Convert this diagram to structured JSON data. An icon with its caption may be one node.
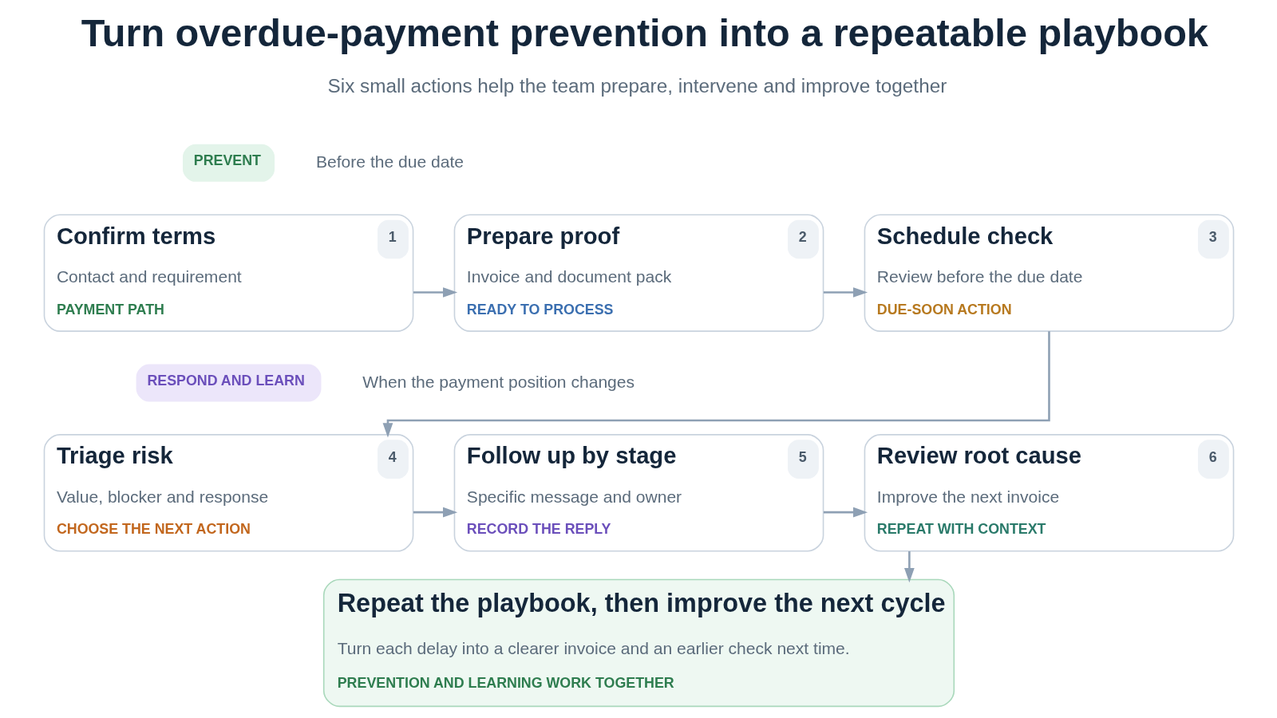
{
  "diagram": {
    "title": "Turn overdue-payment prevention into a repeatable playbook",
    "nodes": [
      {
        "text": [
          "PREVENT"
        ],
        "beside": [
          "Before the due date"
        ]
      },
      {
        "text": [
          "Confirm terms",
          "1",
          "Contact and requirement",
          "PAYMENT PATH"
        ]
      },
      {
        "text": [
          "Prepare proof",
          "2",
          "Invoice and document pack",
          "READY TO PROCESS"
        ]
      },
      {
        "text": [
          "Schedule check",
          "3",
          "Review before the due date",
          "DUE-SOON ACTION"
        ]
      },
      {
        "text": [
          "RESPOND AND LEARN"
        ],
        "beside": [
          "When the payment position changes"
        ]
      },
      {
        "text": [
          "Triage risk",
          "4",
          "Value, blocker and response",
          "CHOOSE THE NEXT ACTION"
        ]
      },
      {
        "text": [
          "Follow up by stage",
          "5",
          "Specific message and owner",
          "RECORD THE REPLY"
        ]
      },
      {
        "text": [
          "Review root cause",
          "6",
          "Improve the next invoice",
          "REPEAT WITH CONTEXT"
        ]
      },
      {
        "text": [
          "Repeat the playbook, then improve the next cycle",
          "Turn each delay into a clearer invoice and an earlier check next time.",
          "PREVENTION AND LEARNING WORK TOGETHER"
        ]
      }
    ],
    "edges": [
      {
        "from": 1,
        "to": 2,
        "arrow": "to"
      },
      {
        "from": 2,
        "to": 3,
        "arrow": "to"
      },
      {
        "from": 3,
        "to": 5,
        "arrow": "to"
      },
      {
        "from": 5,
        "to": 6,
        "arrow": "to"
      },
      {
        "from": 6,
        "to": 7,
        "arrow": "to"
      },
      {
        "from": 7,
        "to": 8,
        "arrow": "to"
      }
    ],
    "labels": [
      "Six small actions help the team prepare, intervene and improve together"
    ]
  }
}
